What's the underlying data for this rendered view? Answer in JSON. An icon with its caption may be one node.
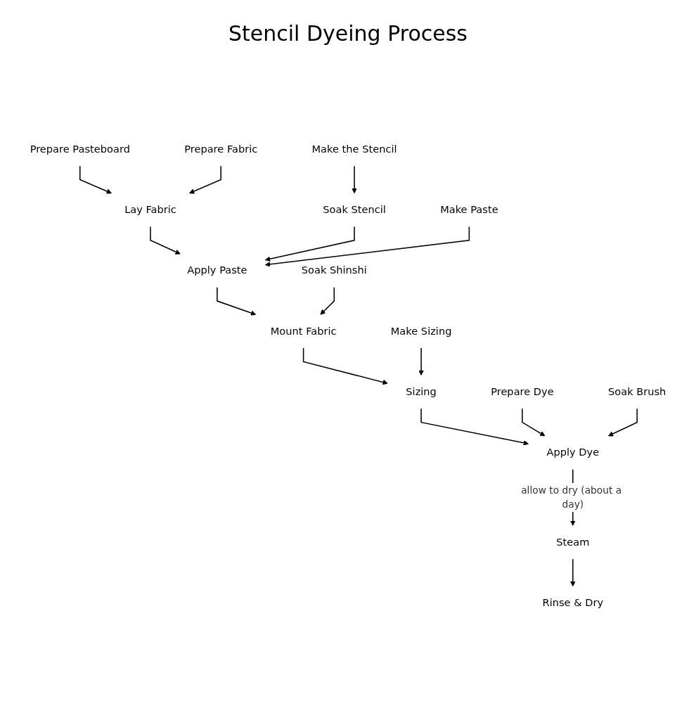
{
  "diagram": {
    "title": "Stencil Dyeing Process",
    "nodes": [
      {
        "text": [
          "Prepare Pasteboard"
        ]
      },
      {
        "text": [
          "Prepare Fabric"
        ]
      },
      {
        "text": [
          "Make the Stencil"
        ]
      },
      {
        "text": [
          "Make Paste"
        ]
      },
      {
        "text": [
          "Lay Fabric"
        ]
      },
      {
        "text": [
          "Soak Stencil"
        ]
      },
      {
        "text": [
          "Apply Paste"
        ]
      },
      {
        "text": [
          "Soak Shinshi"
        ]
      },
      {
        "text": [
          "Mount Fabric"
        ]
      },
      {
        "text": [
          "Make Sizing"
        ]
      },
      {
        "text": [
          "Sizing"
        ]
      },
      {
        "text": [
          "Prepare Dye"
        ]
      },
      {
        "text": [
          "Soak Brush"
        ]
      },
      {
        "text": [
          "Apply Dye"
        ]
      },
      {
        "text": [
          "Steam"
        ]
      },
      {
        "text": [
          "Rinse & Dry"
        ]
      }
    ],
    "edges": [
      {
        "from": 0,
        "to": 4,
        "arrow": "to"
      },
      {
        "from": 1,
        "to": 4,
        "arrow": "to"
      },
      {
        "from": 2,
        "to": 5,
        "arrow": "to"
      },
      {
        "from": 4,
        "to": 6,
        "arrow": "to"
      },
      {
        "from": 5,
        "to": 6,
        "arrow": "to"
      },
      {
        "from": 3,
        "to": 6,
        "arrow": "to"
      },
      {
        "from": 6,
        "to": 8,
        "arrow": "to"
      },
      {
        "from": 7,
        "to": 8,
        "arrow": "to"
      },
      {
        "from": 8,
        "to": 10,
        "arrow": "to"
      },
      {
        "from": 9,
        "to": 10,
        "arrow": "to"
      },
      {
        "from": 10,
        "to": 13,
        "arrow": "to"
      },
      {
        "from": 11,
        "to": 13,
        "arrow": "to"
      },
      {
        "from": 12,
        "to": 13,
        "arrow": "to"
      },
      {
        "from": 13,
        "to": 14,
        "label": "allow to dry (about a day)",
        "arrow": "to"
      },
      {
        "from": 14,
        "to": 15,
        "arrow": "to"
      }
    ]
  }
}
